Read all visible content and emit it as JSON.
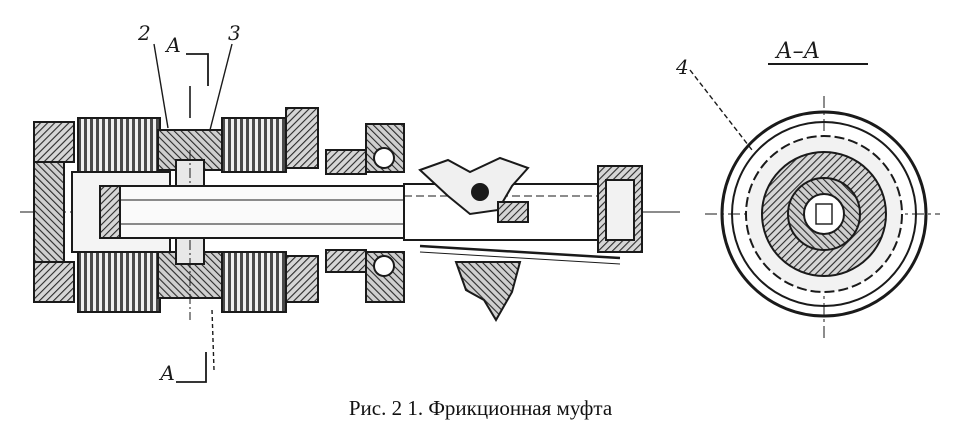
{
  "figure": {
    "labels": {
      "callout_2": "2",
      "callout_3": "3",
      "callout_4": "4",
      "section_top": "А",
      "section_bottom": "А",
      "section_view": "А–А"
    },
    "caption": "Рис. 2 1. Фрикционная муфта"
  },
  "colors": {
    "ink": "#1a1a1a",
    "hatch": "#3a3a3a",
    "background": "#ffffff"
  }
}
